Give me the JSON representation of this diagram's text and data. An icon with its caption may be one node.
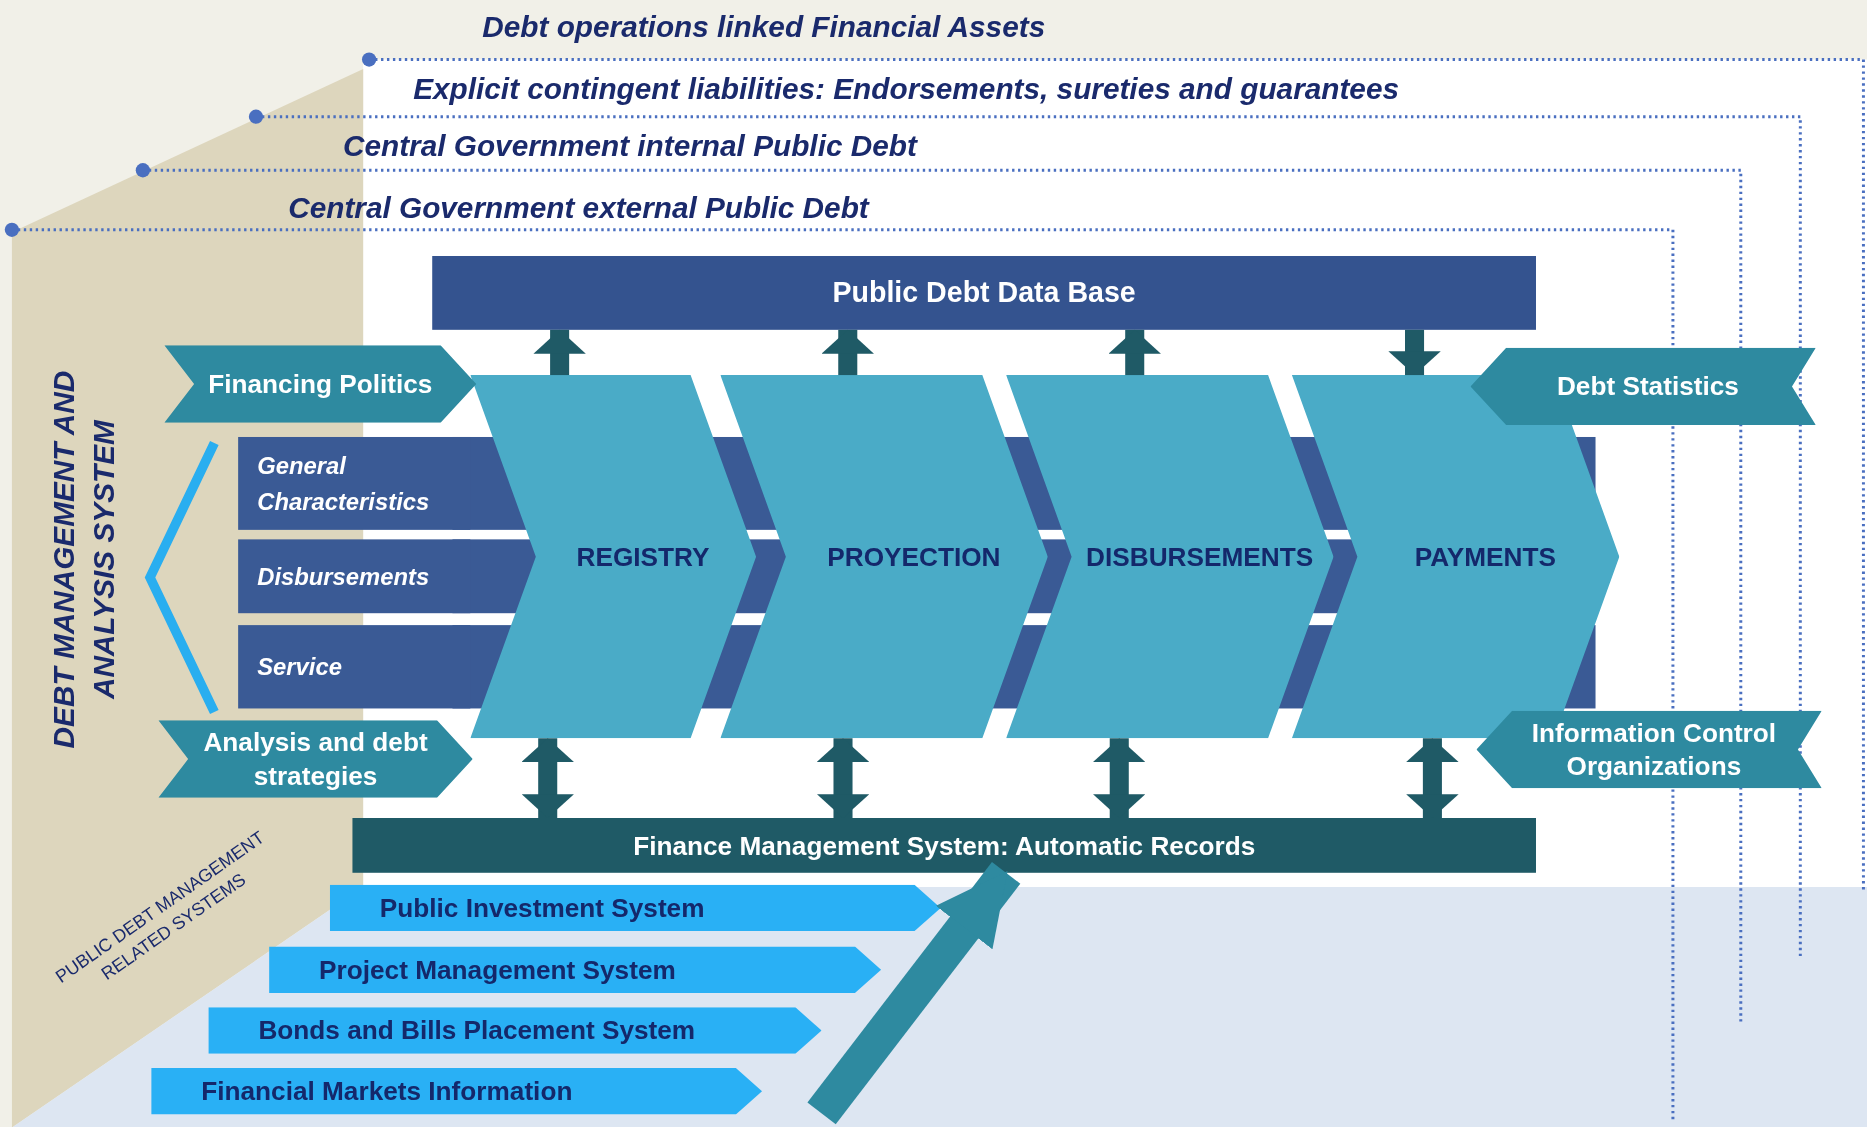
{
  "diagram": {
    "nodes": [
      {
        "text": [
          "Public Debt Data Base"
        ]
      },
      {
        "text": [
          "Financing Politics"
        ]
      },
      {
        "text": [
          "Debt Statistics"
        ]
      },
      {
        "text": [
          "General Characteristics"
        ]
      },
      {
        "text": [
          "Disbursements"
        ]
      },
      {
        "text": [
          "Service"
        ]
      },
      {
        "text": [
          "REGISTRY"
        ]
      },
      {
        "text": [
          "PROYECTION"
        ]
      },
      {
        "text": [
          "DISBURSEMENTS"
        ]
      },
      {
        "text": [
          "PAYMENTS"
        ]
      },
      {
        "text": [
          "Analysis and debt strategies"
        ]
      },
      {
        "text": [
          "Information Control Organizations"
        ]
      },
      {
        "text": [
          "Finance Management System: Automatic Records"
        ]
      },
      {
        "text": [
          "Public Investment System"
        ]
      },
      {
        "text": [
          "Project Management System"
        ]
      },
      {
        "text": [
          "Bonds and Bills Placement System"
        ]
      },
      {
        "text": [
          "Financial Markets Information"
        ]
      }
    ],
    "edges": [
      {
        "from": 6,
        "to": 0,
        "arrow": "to"
      },
      {
        "from": 7,
        "to": 0,
        "arrow": "to"
      },
      {
        "from": 8,
        "to": 0,
        "arrow": "to"
      },
      {
        "from": 0,
        "to": 9,
        "arrow": "to"
      },
      {
        "from": 12,
        "to": 6,
        "arrow": "both"
      },
      {
        "from": 12,
        "to": 7,
        "arrow": "both"
      },
      {
        "from": 12,
        "to": 8,
        "arrow": "both"
      },
      {
        "from": 12,
        "to": 9,
        "arrow": "both"
      },
      {
        "from": null,
        "to": 12,
        "arrow": "to",
        "style": "thick",
        "color": "#2e8aa0"
      }
    ],
    "labels": [
      "Debt operations linked Financial Assets",
      "Explicit contingent liabilities: Endorsements, sureties and guarantees",
      "Central Government internal Public Debt",
      "Central Government external Public Debt",
      "DEBT MANAGEMENT AND ANALYSIS SYSTEM",
      "PUBLIC DEBT MANAGEMENT RELATED SYSTEMS"
    ]
  }
}
